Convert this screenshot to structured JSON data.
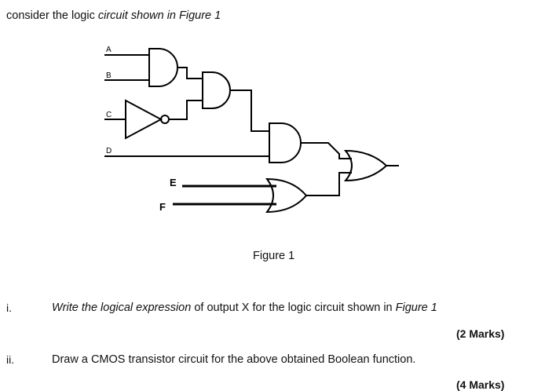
{
  "intro": {
    "prefix": "consider the logic ",
    "emphasis": "circuit shown in Figure 1"
  },
  "figure": {
    "inputs": [
      "A",
      "B",
      "C",
      "D",
      "E",
      "F"
    ],
    "caption": "Figure 1"
  },
  "questions": [
    {
      "number": "i.",
      "text_italic_1": "Write the ",
      "text_italic_2": "logical expression",
      "text_plain": " of output X for the logic circuit shown in ",
      "text_italic_3": "Figure 1",
      "marks": "(2 Marks)"
    },
    {
      "number": "ii.",
      "text": "Draw a CMOS transistor circuit for the above obtained Boolean function.",
      "marks": "(4 Marks)"
    }
  ]
}
